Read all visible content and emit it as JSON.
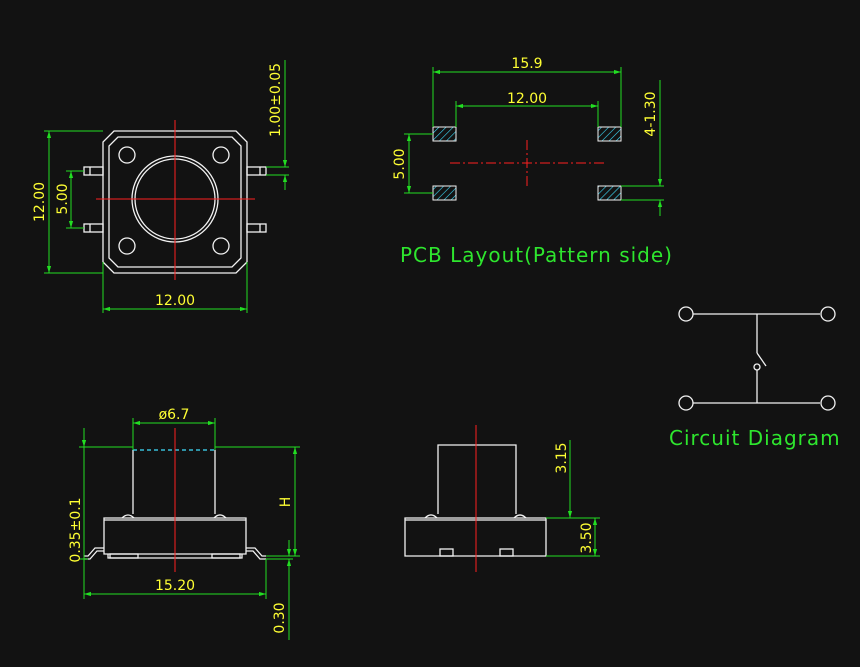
{
  "colors": {
    "background": "#121212",
    "outline": "#f2f2f2",
    "dimension_lines": "#22dd22",
    "dimension_text": "#ffff33",
    "center_lines": "#ff2020",
    "labels": "#2ee62e",
    "pad_hatch": "#3fe0ff"
  },
  "top_view": {
    "width_dim": "12.00",
    "height_dim": "12.00",
    "pin_pitch_dim": "5.00",
    "pin_width_dim": "1.00±0.05"
  },
  "pcb_layout": {
    "overall_width_dim": "15.9",
    "pad_inner_dim": "12.00",
    "pad_pitch_dim": "5.00",
    "pad_size_dim": "4-1.30",
    "caption": "PCB Layout(Pattern side)"
  },
  "circuit": {
    "caption": "Circuit Diagram"
  },
  "front_view": {
    "button_dia_dim": "ø6.7",
    "height_dim": "H",
    "standoff_dim": "0.35±0.1",
    "overall_width_dim": "15.20",
    "lead_thickness_dim": "0.30"
  },
  "side_view": {
    "stem_height_dim": "3.15",
    "body_height_dim": "3.50"
  }
}
